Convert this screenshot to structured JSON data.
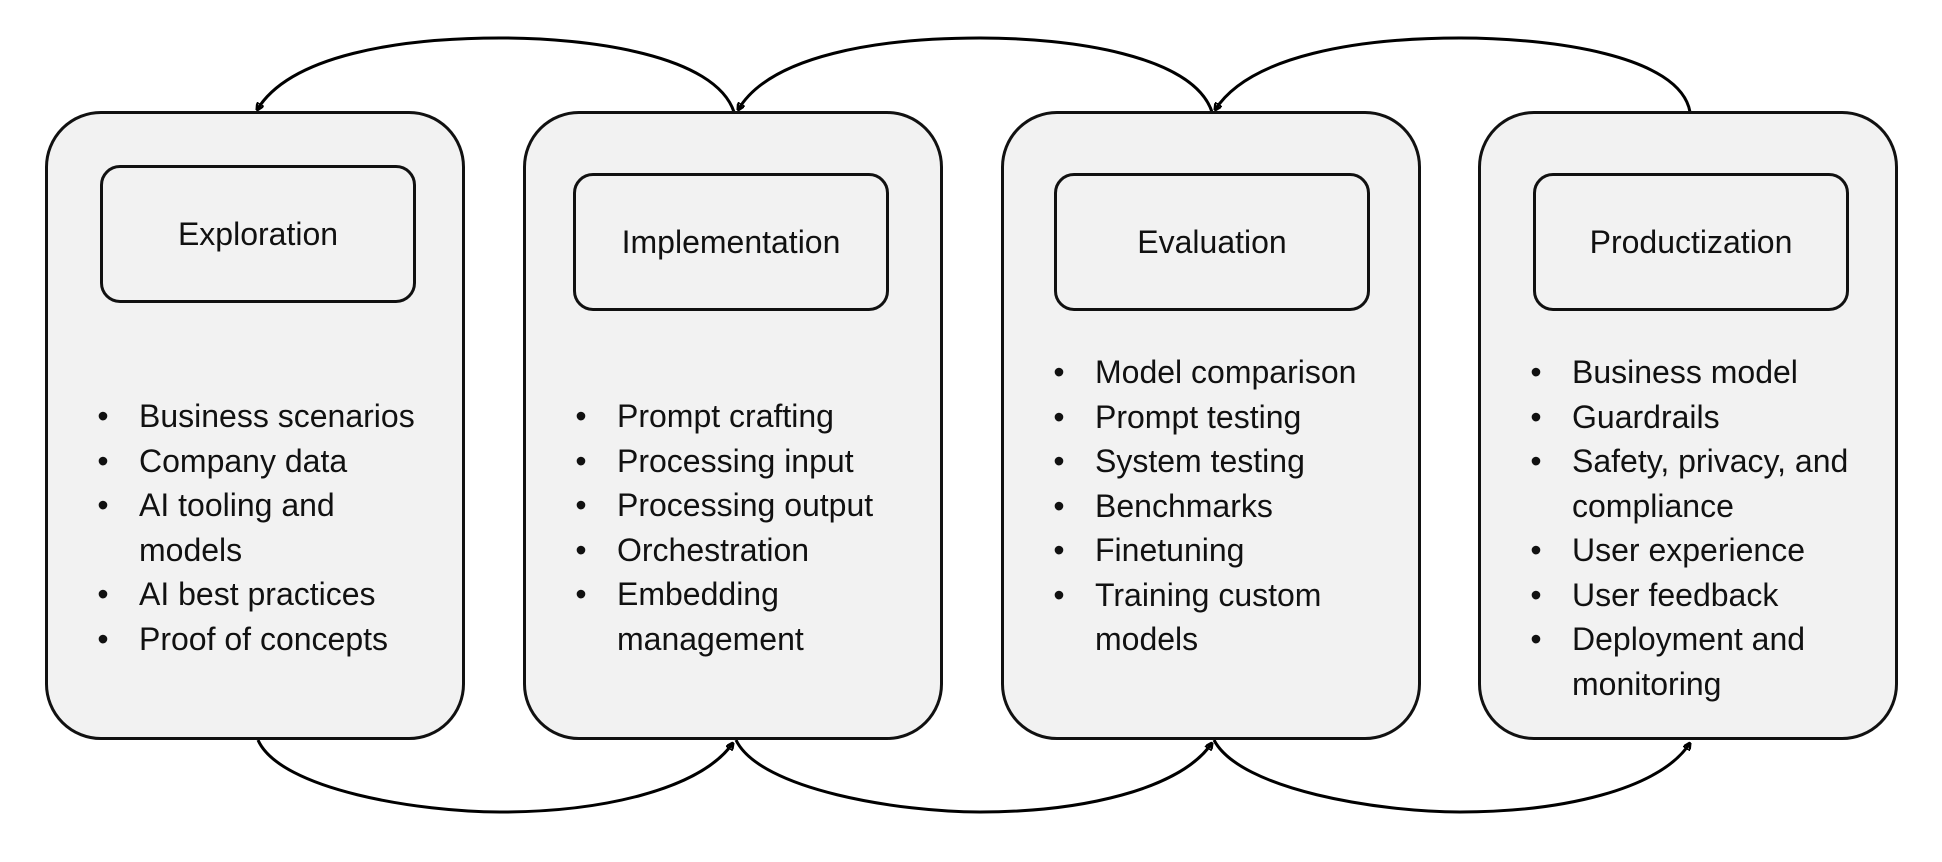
{
  "stages": [
    {
      "title": "Exploration",
      "items": [
        "Business scenarios",
        "Company data",
        "AI tooling and models",
        "AI best practices",
        "Proof of concepts"
      ]
    },
    {
      "title": "Implementation",
      "items": [
        "Prompt crafting",
        "Processing input",
        "Processing output",
        "Orchestration",
        "Embedding management"
      ]
    },
    {
      "title": "Evaluation",
      "items": [
        "Model comparison",
        "Prompt testing",
        "System testing",
        "Benchmarks",
        "Finetuning",
        "Training custom models"
      ]
    },
    {
      "title": "Productization",
      "items": [
        "Business model",
        "Guardrails",
        "Safety, privacy, and compliance",
        "User experience",
        "User feedback",
        "Deployment and monitoring"
      ]
    }
  ],
  "colors": {
    "stage_fill": "#f2f2f2",
    "stroke": "#111111",
    "text": "#111111"
  }
}
